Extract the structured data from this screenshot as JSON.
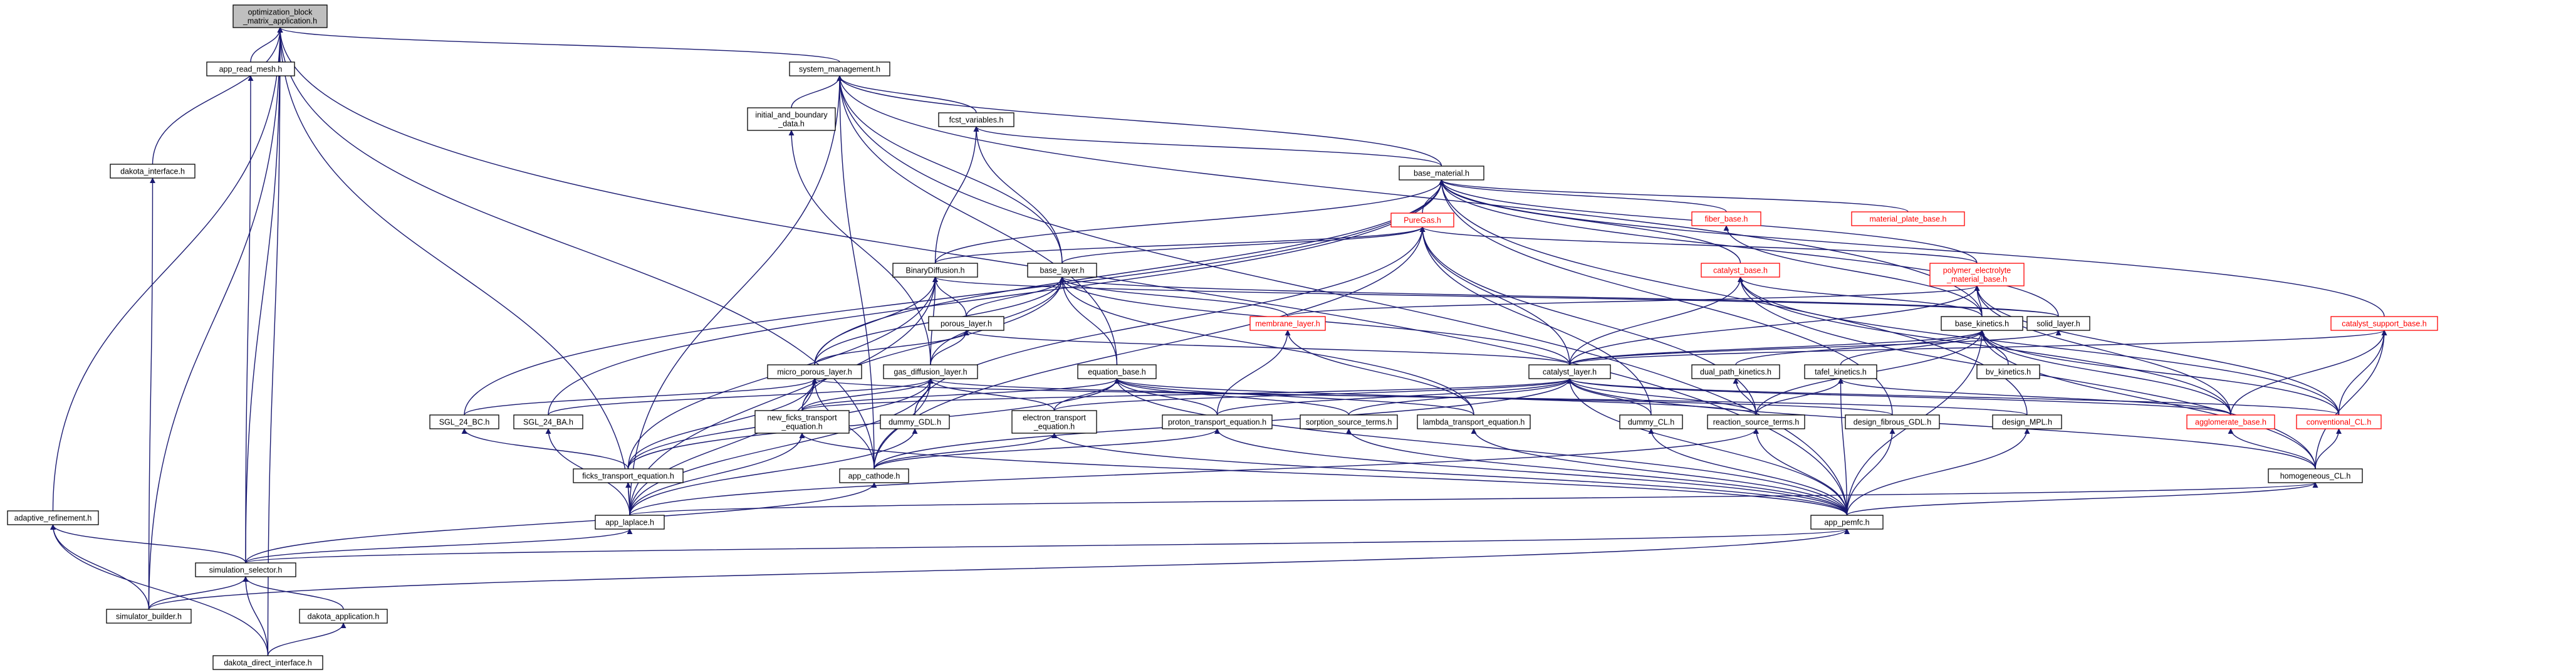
{
  "nodes": [
    {
      "id": "root",
      "label": "optimization_block\n_matrix_application.h"
    },
    {
      "id": "sysman",
      "label": "system_management.h"
    },
    {
      "id": "appread",
      "label": "app_read_mesh.h"
    },
    {
      "id": "dakint",
      "label": "dakota_interface.h"
    },
    {
      "id": "initbd",
      "label": "initial_and_boundary\n_data.h"
    },
    {
      "id": "fcst",
      "label": "fcst_variables.h"
    },
    {
      "id": "basemat",
      "label": "base_material.h"
    },
    {
      "id": "puregas",
      "label": "PureGas.h",
      "red": true
    },
    {
      "id": "fiber",
      "label": "fiber_base.h",
      "red": true
    },
    {
      "id": "matplate",
      "label": "material_plate_base.h",
      "red": true
    },
    {
      "id": "binary",
      "label": "BinaryDiffusion.h"
    },
    {
      "id": "baselayer",
      "label": "base_layer.h"
    },
    {
      "id": "catbase",
      "label": "catalyst_base.h",
      "red": true
    },
    {
      "id": "polymer",
      "label": "polymer_electrolyte\n_material_base.h",
      "red": true
    },
    {
      "id": "catsup",
      "label": "catalyst_support_base.h",
      "red": true
    },
    {
      "id": "porous",
      "label": "porous_layer.h"
    },
    {
      "id": "membrane",
      "label": "membrane_layer.h",
      "red": true
    },
    {
      "id": "basekin",
      "label": "base_kinetics.h"
    },
    {
      "id": "solid",
      "label": "solid_layer.h"
    },
    {
      "id": "micro",
      "label": "micro_porous_layer.h"
    },
    {
      "id": "gasdiff",
      "label": "gas_diffusion_layer.h"
    },
    {
      "id": "eqbase",
      "label": "equation_base.h"
    },
    {
      "id": "catlayer",
      "label": "catalyst_layer.h"
    },
    {
      "id": "dualpath",
      "label": "dual_path_kinetics.h"
    },
    {
      "id": "tafel",
      "label": "tafel_kinetics.h"
    },
    {
      "id": "bvkin",
      "label": "bv_kinetics.h"
    },
    {
      "id": "sgl24bc",
      "label": "SGL_24_BC.h"
    },
    {
      "id": "sgl24ba",
      "label": "SGL_24_BA.h"
    },
    {
      "id": "newficks",
      "label": "new_ficks_transport\n_equation.h"
    },
    {
      "id": "dummygdl",
      "label": "dummy_GDL.h"
    },
    {
      "id": "electron",
      "label": "electron_transport\n_equation.h"
    },
    {
      "id": "proton",
      "label": "proton_transport_equation.h"
    },
    {
      "id": "sorption",
      "label": "sorption_source_terms.h"
    },
    {
      "id": "lambda",
      "label": "lambda_transport_equation.h"
    },
    {
      "id": "dummycl",
      "label": "dummy_CL.h"
    },
    {
      "id": "reaction",
      "label": "reaction_source_terms.h"
    },
    {
      "id": "designfib",
      "label": "design_fibrous_GDL.h"
    },
    {
      "id": "designmpl",
      "label": "design_MPL.h"
    },
    {
      "id": "agglom",
      "label": "agglomerate_base.h",
      "red": true
    },
    {
      "id": "convcl",
      "label": "conventional_CL.h",
      "red": true
    },
    {
      "id": "ficks",
      "label": "ficks_transport_equation.h"
    },
    {
      "id": "appcath",
      "label": "app_cathode.h"
    },
    {
      "id": "homog",
      "label": "homogeneous_CL.h"
    },
    {
      "id": "applap",
      "label": "app_laplace.h"
    },
    {
      "id": "apppemfc",
      "label": "app_pemfc.h"
    },
    {
      "id": "adaptive",
      "label": "adaptive_refinement.h"
    },
    {
      "id": "simsel",
      "label": "simulation_selector.h"
    },
    {
      "id": "simbuild",
      "label": "simulator_builder.h"
    },
    {
      "id": "dakapp",
      "label": "dakota_application.h"
    },
    {
      "id": "dakdirect",
      "label": "dakota_direct_interface.h"
    }
  ]
}
